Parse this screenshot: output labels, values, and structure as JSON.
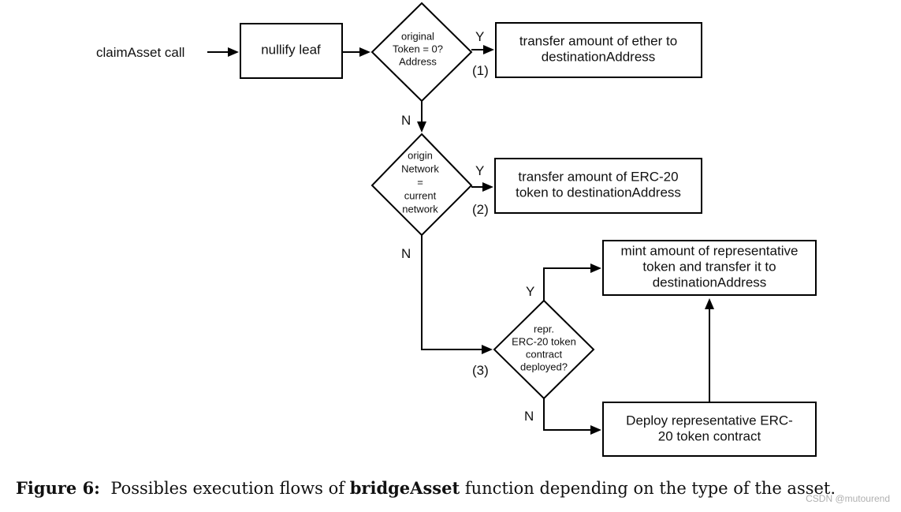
{
  "start_label": "claimAsset call",
  "nodes": {
    "nullify": [
      "nullify leaf"
    ],
    "transfer_ether": [
      "transfer amount of ether to",
      "destinationAddress"
    ],
    "transfer_erc20": [
      "transfer amount of ERC-20",
      "token to destinationAddress"
    ],
    "mint": [
      "mint amount of representative",
      "token and transfer it to",
      "destinationAddress"
    ],
    "deploy": [
      "Deploy representative ERC-",
      "20 token contract"
    ]
  },
  "decisions": {
    "d1": [
      "original",
      "Token  = 0?",
      "Address"
    ],
    "d2": [
      "origin",
      "Network",
      "=",
      "current",
      "network"
    ],
    "d3": [
      "repr.",
      "ERC-20 token",
      "contract",
      "deployed?"
    ]
  },
  "edge_labels": {
    "yes": "Y",
    "no": "N",
    "case1": "(1)",
    "case2": "(2)",
    "case3": "(3)"
  },
  "caption": {
    "label": "Figure 6:",
    "pre": "Possibles execution flows of",
    "bold": "bridgeAsset",
    "post": "function depending on the type of the asset."
  },
  "watermark": "CSDN @mutourend"
}
